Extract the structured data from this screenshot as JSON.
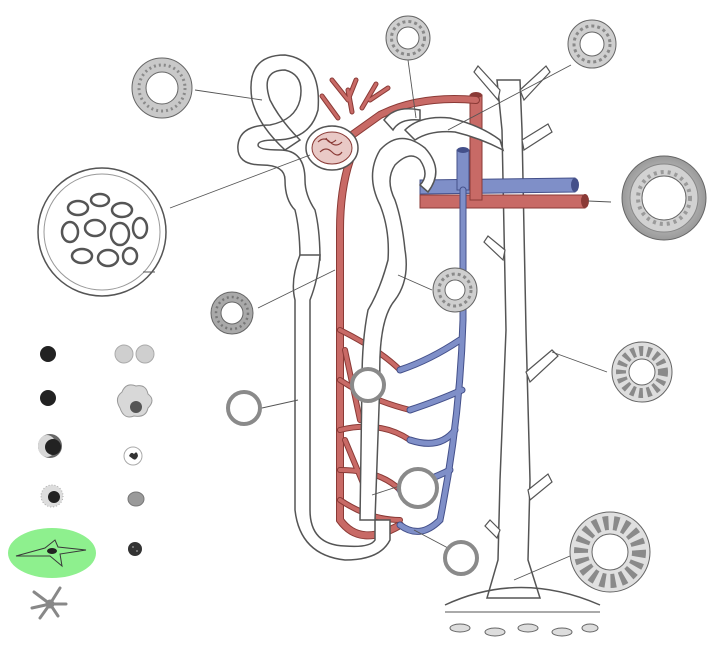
{
  "diagram": {
    "subject": "nephron-with-collecting-duct",
    "labels": [],
    "colors": {
      "artery": "#c86a66",
      "artery_dark": "#8a3a36",
      "vein": "#7f8fc8",
      "vein_dark": "#44508a",
      "tubule_fill": "#ffffff",
      "tubule_stroke": "#555555",
      "leader_line": "#555555",
      "cell_gray": "#b9b9b9",
      "highlight": "#8ef08e"
    },
    "cross_sections": [
      {
        "id": "xs-proximal-tubule-top-left",
        "icon": "thick-epithelium-ring"
      },
      {
        "id": "xs-glomerulus-large",
        "icon": "capillary-tuft-section"
      },
      {
        "id": "xs-descending-thick",
        "icon": "cuboidal-ring"
      },
      {
        "id": "xs-thin-limb-left",
        "icon": "squamous-ring"
      },
      {
        "id": "xs-distal-tubule-top",
        "icon": "cuboidal-ring"
      },
      {
        "id": "xs-connecting-tubule",
        "icon": "cuboidal-ring"
      },
      {
        "id": "xs-renal-vessel",
        "icon": "artery-wall-ring"
      },
      {
        "id": "xs-thick-ascending-mid",
        "icon": "cuboidal-ring"
      },
      {
        "id": "xs-vasa-recta-1",
        "icon": "squamous-ring"
      },
      {
        "id": "xs-vasa-recta-2",
        "icon": "squamous-ring"
      },
      {
        "id": "xs-thin-limb-bottom",
        "icon": "squamous-ring"
      },
      {
        "id": "xs-collecting-duct-mid",
        "icon": "columnar-ring"
      },
      {
        "id": "xs-papillary-duct",
        "icon": "tall-columnar-ring"
      }
    ],
    "cell_legend": [
      {
        "id": "cell-lymphocyte",
        "icon": "dark-round-cell"
      },
      {
        "id": "cell-erythrocytes",
        "icon": "paired-discs"
      },
      {
        "id": "cell-small-dark",
        "icon": "dark-round-cell"
      },
      {
        "id": "cell-macrophage",
        "icon": "granular-cell"
      },
      {
        "id": "cell-plasma",
        "icon": "eccentric-nucleus-cell"
      },
      {
        "id": "cell-neutrophil",
        "icon": "lobed-nucleus-cell"
      },
      {
        "id": "cell-mast",
        "icon": "granule-rim-cell"
      },
      {
        "id": "cell-eosinophil",
        "icon": "pale-oval-cell"
      },
      {
        "id": "cell-fibroblast",
        "icon": "spindle-cell",
        "highlighted": true
      },
      {
        "id": "cell-dark-dotted",
        "icon": "stippled-cell"
      },
      {
        "id": "cell-pericyte",
        "icon": "star-branching-cell"
      }
    ]
  }
}
